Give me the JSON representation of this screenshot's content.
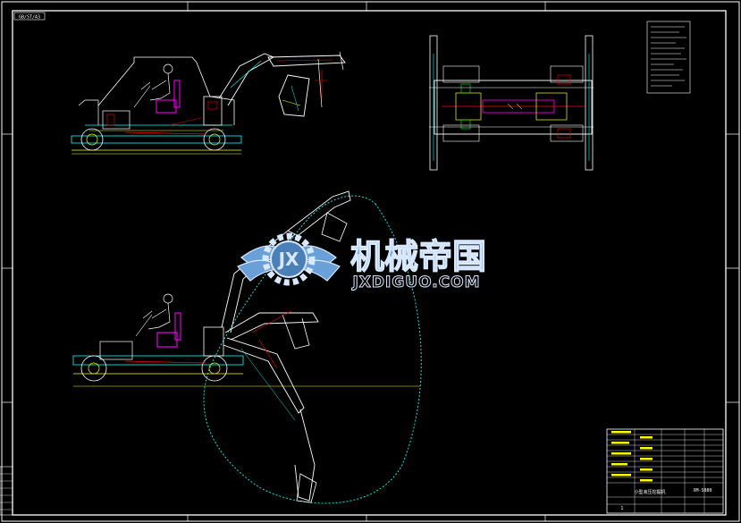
{
  "drawing": {
    "corner_tag": "GB/ST/A3",
    "sheet_number": "1",
    "drawing_code": "XM-SB80",
    "title_block_title": "小型液压挖掘机"
  },
  "watermark": {
    "logo_letters": "JX",
    "cn_text": "机械帝国",
    "en_text": "JXDIGUO.COM"
  },
  "colors": {
    "background": "#000000",
    "border": "#ffffff",
    "frame": "#ffff00",
    "arm": "#ffffff",
    "hydraulic": "#ff0000",
    "chassis": "#00ffff",
    "seat": "#ff00ff",
    "wheel_green": "#00ff00",
    "envelope": "#00ffff",
    "wm_blue": "#6aa0d8",
    "wm_outline": "#d8e8ff"
  },
  "icons": [
    "gear-wings-logo-icon"
  ]
}
